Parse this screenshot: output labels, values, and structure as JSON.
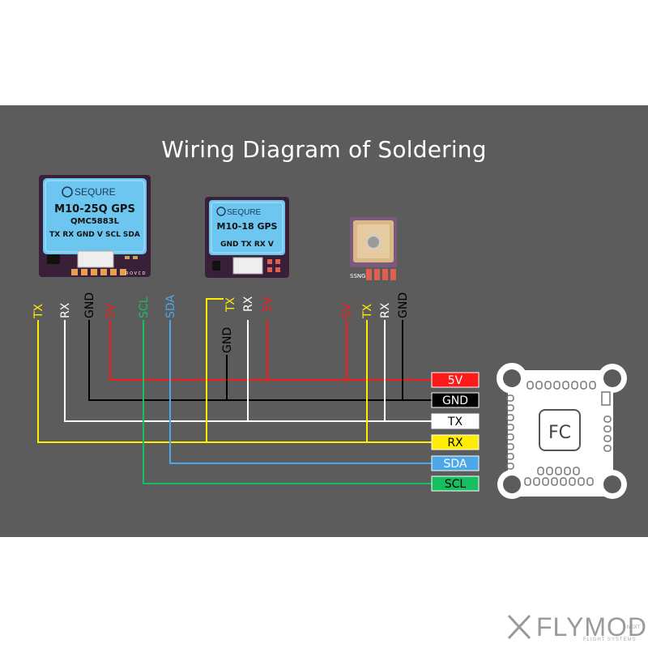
{
  "title": "Wiring Diagram of Soldering",
  "modules": {
    "m10_25q": {
      "brand": "SEQURE",
      "model": "M10-25Q GPS",
      "chip": "QMC5883L",
      "pins": "TX RX GND V SCL SDA",
      "board_text": "R O V C D"
    },
    "m10_18": {
      "brand": "SEQURE",
      "model": "M10-18 GPS",
      "pins": "GND TX RX V"
    },
    "ssng": {
      "label": "SSNG"
    }
  },
  "wire_labels": {
    "m25": [
      "TX",
      "RX",
      "GND",
      "5V",
      "SCL",
      "SDA"
    ],
    "m18_gnd": "GND",
    "m18": [
      "TX",
      "RX",
      "5V"
    ],
    "ssng": [
      "5V",
      "TX",
      "RX",
      "GND"
    ]
  },
  "fc_tags": [
    "5V",
    "GND",
    "TX",
    "RX",
    "SDA",
    "SCL"
  ],
  "fc_label": "FC",
  "watermark": {
    "text": "FLYMOD",
    "sub": "FLIGHT SYSTEMS",
    "badge": "NEXT"
  },
  "colors": {
    "panel": "#5c5c5c",
    "tx": "#ffee00",
    "rx": "#ffffff",
    "gnd": "#000000",
    "v5": "#ff1a1a",
    "scl": "#16c060",
    "sda": "#4aa8e8",
    "pcb": "#3a1f38",
    "shield": "#6dc6ef"
  }
}
